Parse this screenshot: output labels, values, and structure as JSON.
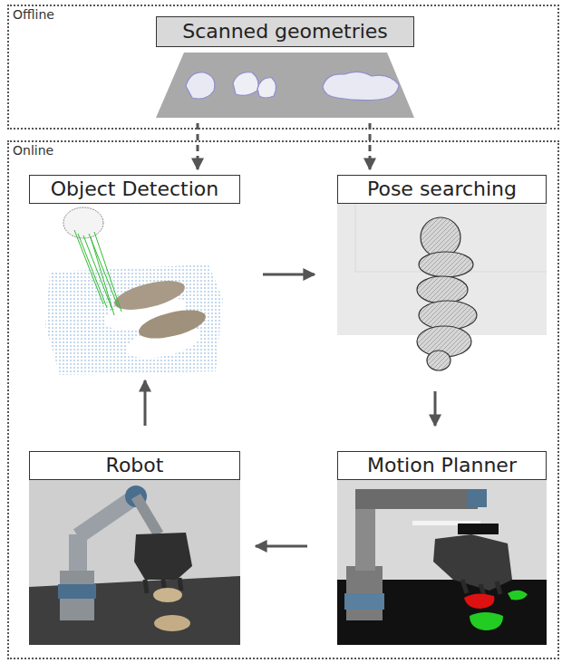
{
  "diagram": {
    "nodes": [
      {
        "text": [
          "Offline"
        ]
      },
      {
        "text": [
          "Scanned geometries"
        ],
        "in": 0
      },
      {
        "text": [
          "Online"
        ]
      },
      {
        "text": [
          "Object Detection"
        ],
        "in": 2
      },
      {
        "text": [
          "Pose searching"
        ],
        "in": 2
      },
      {
        "text": [
          "Motion Planner"
        ],
        "in": 2
      },
      {
        "text": [
          "Robot"
        ],
        "in": 2
      }
    ],
    "edges": [
      {
        "from": 1,
        "to": 3,
        "arrow": "to"
      },
      {
        "from": 1,
        "to": 4,
        "arrow": "to"
      },
      {
        "from": 3,
        "to": 4,
        "arrow": "to"
      },
      {
        "from": 4,
        "to": 5,
        "arrow": "to"
      },
      {
        "from": 5,
        "to": 6,
        "arrow": "to"
      },
      {
        "from": 6,
        "to": 3,
        "arrow": "to"
      }
    ]
  }
}
